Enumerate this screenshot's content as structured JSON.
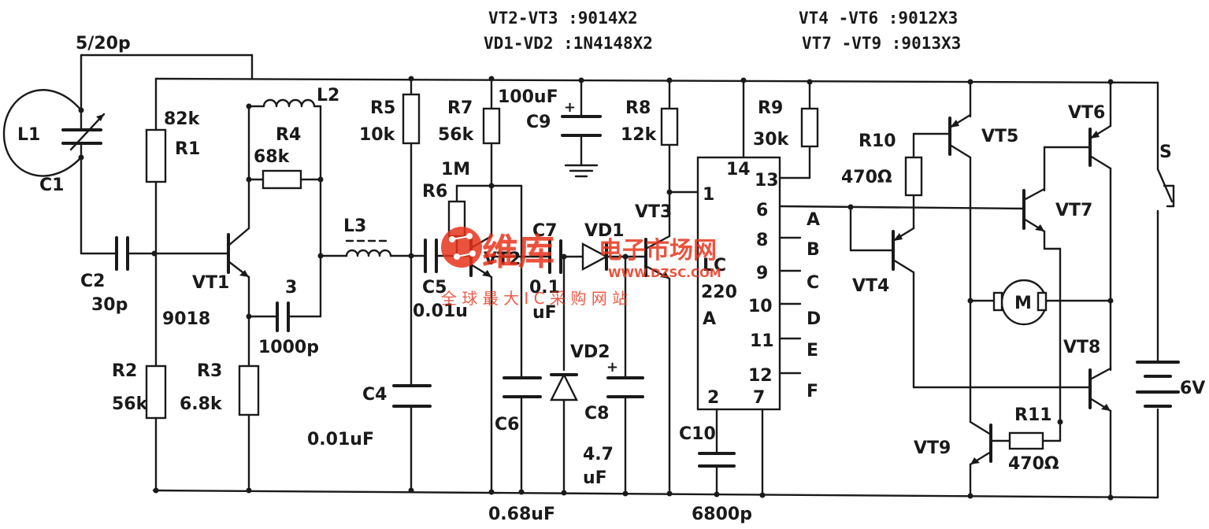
{
  "notes": {
    "vt2_vt3": "VT2-VT3 :9014X2",
    "vd1_vd2": "VD1-VD2 :1N4148X2",
    "vt4_vt6": "VT4 -VT6 :9012X3",
    "vt7_vt9": "VT7 -VT9 :9013X3"
  },
  "labels": {
    "c_trim": "5/20p",
    "l1": "L1",
    "c1": "C1",
    "r1_val": "82k",
    "r1": "R1",
    "l2": "L2",
    "r4": "R4",
    "r4_val": "68k",
    "c2": "C2",
    "c2_val": "30p",
    "vt1": "VT1",
    "vt1_type": "9018",
    "c3": "3",
    "c3_val": "1000p",
    "r2": "R2",
    "r2_val": "56k",
    "r3": "R3",
    "r3_val": "6.8k",
    "l3": "L3",
    "r5": "R5",
    "r5_val": "10k",
    "r7": "R7",
    "r7_val": "56k",
    "c9_val": "100uF",
    "c9": "C9",
    "r6_val": "1M",
    "r6": "R6",
    "c7": "C7",
    "vt2": "VT2",
    "c5": "C5",
    "c5_val": "0.01u",
    "c7_val1": "0.1",
    "c7_val2": "uF",
    "c4": "C4",
    "c4_val": "0.01uF",
    "c6": "C6",
    "c6_val": "0.68uF",
    "vd1": "VD1",
    "vd2": "VD2",
    "c8": "C8",
    "c8_val1": "4.7",
    "c8_val2": "uF",
    "r8": "R8",
    "r8_val": "12k",
    "vt3": "VT3",
    "r9": "R9",
    "r9_val": "30k",
    "c10": "C10",
    "c10_val": "6800p",
    "ic_name1": "LC",
    "ic_name2": "220",
    "ic_name3": "A",
    "pin14": "14",
    "pin13": "13",
    "pin1": "1",
    "pin6": "6",
    "pin8": "8",
    "pin9": "9",
    "pin10": "10",
    "pin11": "11",
    "pin12": "12",
    "pin2": "2",
    "pin7": "7",
    "out_a": "A",
    "out_b": "B",
    "out_c": "C",
    "out_d": "D",
    "out_e": "E",
    "out_f": "F",
    "r10": "R10",
    "r10_val": "470Ω",
    "vt4": "VT4",
    "vt5": "VT5",
    "vt6": "VT6",
    "vt7": "VT7",
    "vt8": "VT8",
    "vt9": "VT9",
    "r11": "R11",
    "r11_val": "470Ω",
    "motor": "M",
    "switch": "S",
    "battery": "6V"
  },
  "watermark": {
    "brand_cn": "维库",
    "sub_cn": "电子市场网",
    "url": "WWW.DZSC.COM",
    "slogan_cn": "全 球 最 大 I C 采 购 网 站"
  }
}
